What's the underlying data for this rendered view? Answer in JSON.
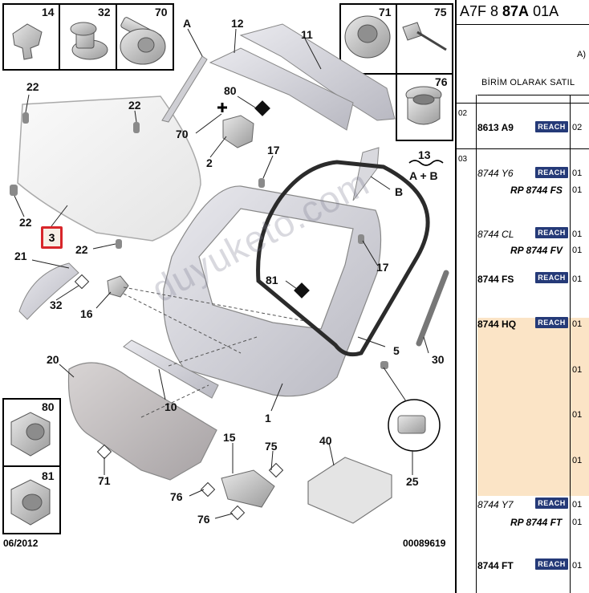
{
  "diagram": {
    "part_numbers": {
      "n14": "14",
      "n32a": "32",
      "n70a": "70",
      "n71a": "71",
      "n75a": "75",
      "n76a": "76",
      "nA": "A",
      "n12": "12",
      "n11": "11",
      "n22a": "22",
      "n22b": "22",
      "n22c": "22",
      "n22d": "22",
      "n80a": "80",
      "n70b": "70",
      "n2": "2",
      "n17a": "17",
      "n13": "13",
      "nAB": "A + B",
      "nB": "B",
      "n21": "21",
      "n32b": "32",
      "n16": "16",
      "n81a": "81",
      "n17b": "17",
      "n5": "5",
      "n30": "30",
      "n20": "20",
      "n10": "10",
      "n1": "1",
      "n71b": "71",
      "n80b": "80",
      "n81b": "81",
      "n15": "15",
      "n75b": "75",
      "n40": "40",
      "n76b": "76",
      "n76c": "76",
      "n25": "25"
    },
    "highlighted_part": "3",
    "watermark": "duyuketo.com",
    "footer_date": "06/2012",
    "footer_ref": "00089619"
  },
  "panel": {
    "header_code_prefix": "A7F 8 ",
    "header_code_bold": "87A",
    "header_code_suffix": " 01A",
    "header_a": "A)",
    "header_sub": "BİRİM OLARAK SATIL",
    "groups": [
      "02",
      "03"
    ],
    "rows": [
      {
        "ref": "8613 A9",
        "style": "bold",
        "badge": "REACH",
        "qty": "02"
      },
      {
        "ref": "8744 Y6",
        "style": "ital",
        "badge": "REACH",
        "qty": "01"
      },
      {
        "ref": "RP 8744 FS",
        "style": "bi",
        "qty": "01"
      },
      {
        "ref": "8744 CL",
        "style": "ital",
        "badge": "REACH",
        "qty": "01"
      },
      {
        "ref": "RP 8744 FV",
        "style": "bi",
        "qty": "01"
      },
      {
        "ref": "8744 FS",
        "style": "bold",
        "badge": "REACH",
        "qty": "01"
      },
      {
        "ref": "8744 HQ",
        "style": "bold",
        "badge": "REACH",
        "qty": "01"
      },
      {
        "qty": "01"
      },
      {
        "qty": "01"
      },
      {
        "qty": "01"
      },
      {
        "ref": "8744 Y7",
        "style": "ital",
        "badge": "REACH",
        "qty": "01"
      },
      {
        "ref": "RP 8744 FT",
        "style": "bi",
        "qty": "01"
      },
      {
        "ref": "8744 FT",
        "style": "bold",
        "badge": "REACH",
        "qty": "01"
      }
    ],
    "highlight_color": "#fbe4c6",
    "badge_color": "#253a78"
  }
}
